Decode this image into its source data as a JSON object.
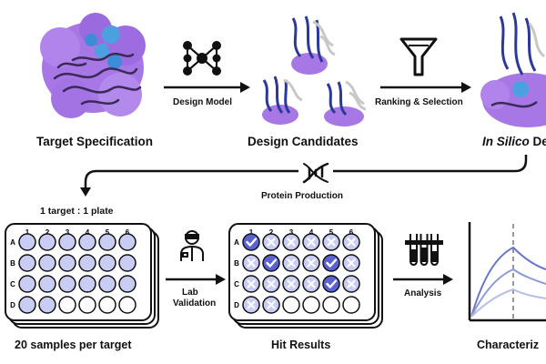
{
  "stages": {
    "target": "Target Specification",
    "candidates": "Design Candidates",
    "insilico_em": "In Silico",
    "insilico_rest": " De",
    "samples": "20 samples per target",
    "hits": "Hit Results",
    "characterization": "Characteriz"
  },
  "steps": {
    "design_model": "Design Model",
    "ranking": "Ranking & Selection",
    "protein_production": "Protein Production",
    "lab": "Lab",
    "validation": "Validation",
    "analysis": "Analysis"
  },
  "plate_note": "1 target : 1 plate",
  "plate": {
    "columns": [
      "1",
      "2",
      "3",
      "4",
      "5",
      "6"
    ],
    "rows": [
      "A",
      "B",
      "C",
      "D"
    ]
  },
  "sample_plate_filled": [
    [
      1,
      1,
      1,
      1,
      1,
      1
    ],
    [
      1,
      1,
      1,
      1,
      1,
      1
    ],
    [
      1,
      1,
      1,
      1,
      1,
      1
    ],
    [
      1,
      1,
      0,
      0,
      0,
      0
    ]
  ],
  "hit_plate_states": [
    [
      "check",
      "x",
      "x",
      "x",
      "x",
      "x"
    ],
    [
      "x",
      "check",
      "x",
      "x",
      "check",
      "x"
    ],
    [
      "x",
      "x",
      "x",
      "x",
      "check",
      "x"
    ],
    [
      "x",
      "x",
      "empty",
      "empty",
      "empty",
      "empty"
    ]
  ],
  "colors": {
    "well_fill": "#c9cdf4",
    "well_check": "#5b63d3",
    "protein_surface": "#a777e6",
    "protein_ribbon": "#2b3a9a",
    "curves": [
      "#6a77c8",
      "#8e99d8",
      "#b7bfe8"
    ]
  },
  "icons": [
    "network-icon",
    "funnel-icon",
    "dna-icon",
    "scientist-icon",
    "test-tubes-icon"
  ]
}
